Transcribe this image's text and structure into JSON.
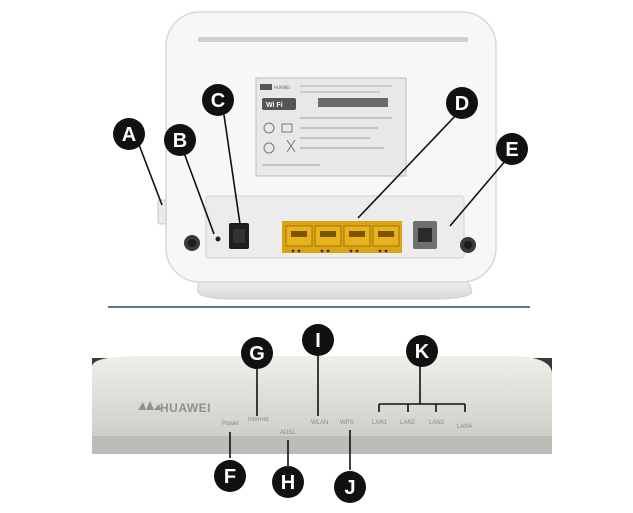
{
  "rear_view": {
    "label_brand": "HUAWEI",
    "label_wifi": "Wi Fi",
    "callouts": [
      "A",
      "B",
      "C",
      "D",
      "E"
    ]
  },
  "front_view": {
    "brand": "HUAWEI",
    "led_labels": {
      "power": "Power",
      "internet": "Internet",
      "adsl": "ADSL",
      "wlan": "WLAN",
      "wps": "WPS",
      "lan1": "LAN1",
      "lan2": "LAN2",
      "lan3": "LAN3",
      "lan4": "LAN4"
    },
    "callouts": [
      "F",
      "G",
      "H",
      "I",
      "J",
      "K"
    ]
  },
  "colors": {
    "callout_fill": "#111111",
    "port_yellow": "#e7b21c",
    "device_white": "#f6f6f6",
    "divider": "#1f4e79"
  }
}
